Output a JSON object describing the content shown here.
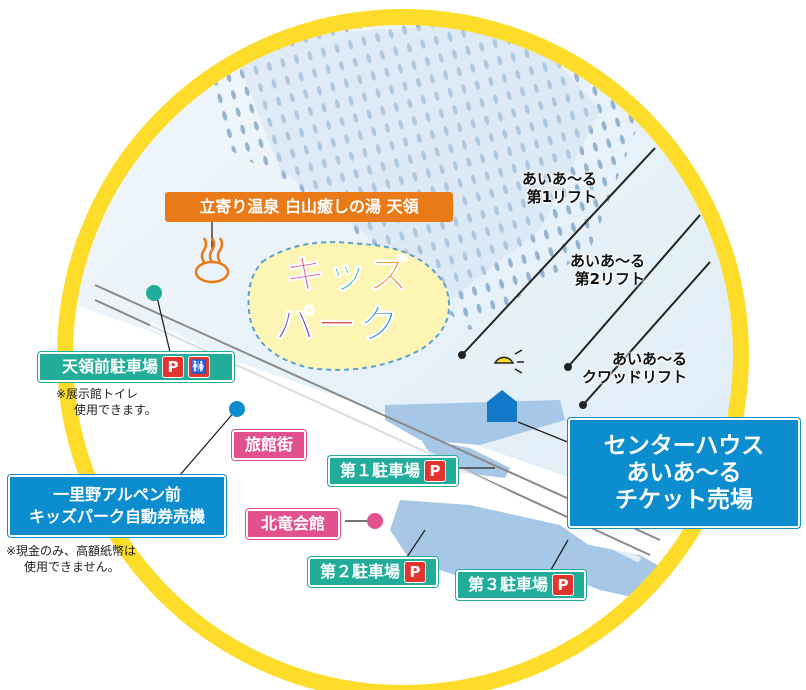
{
  "onsen": {
    "label": "立寄り温泉 白山癒しの湯 天領",
    "icon": "hot-spring-icon"
  },
  "kids_park": {
    "line1": "キッズ",
    "line2": "パーク",
    "colors": [
      "#e44a8a",
      "#2bb3a3",
      "#f08a1d",
      "#7a4fb5",
      "#e4342f",
      "#1e88d0"
    ]
  },
  "lifts": [
    {
      "line1": "あいあ～る",
      "line2": "第1リフト"
    },
    {
      "line1": "あいあ～る",
      "line2": "第2リフト"
    },
    {
      "line1": "あいあ～る",
      "line2": "クワッドリフト"
    }
  ],
  "center_house": {
    "line1": "センターハウス",
    "line2": "あいあ～る",
    "line3": "チケット売場"
  },
  "tenryo_parking": {
    "label": "天領前駐車場",
    "p": "P",
    "toilet_icon": "toilet-icon",
    "note_line1": "※展示館トイレ",
    "note_line2": "使用できます。"
  },
  "ryokan": {
    "label": "旅館街"
  },
  "kiosk": {
    "line1": "一里野アルペン前",
    "line2": "キッズパーク自動券売機",
    "note_line1": "※現金のみ、高額紙幣は",
    "note_line2": "使用できません。"
  },
  "hokuryu": {
    "label": "北竜会館"
  },
  "parking1": {
    "label": "第１駐車場",
    "p": "P"
  },
  "parking2": {
    "label": "第２駐車場",
    "p": "P"
  },
  "parking3": {
    "label": "第３駐車場",
    "p": "P"
  },
  "colors": {
    "ring": "#fedc2a",
    "teal": "#21ad9a",
    "blue": "#0b8dd0",
    "pink": "#e2508f",
    "orange": "#e97a17",
    "parking_red": "#e4342f",
    "snow": "#e8f3fb",
    "lot": "#a7c7e6"
  }
}
